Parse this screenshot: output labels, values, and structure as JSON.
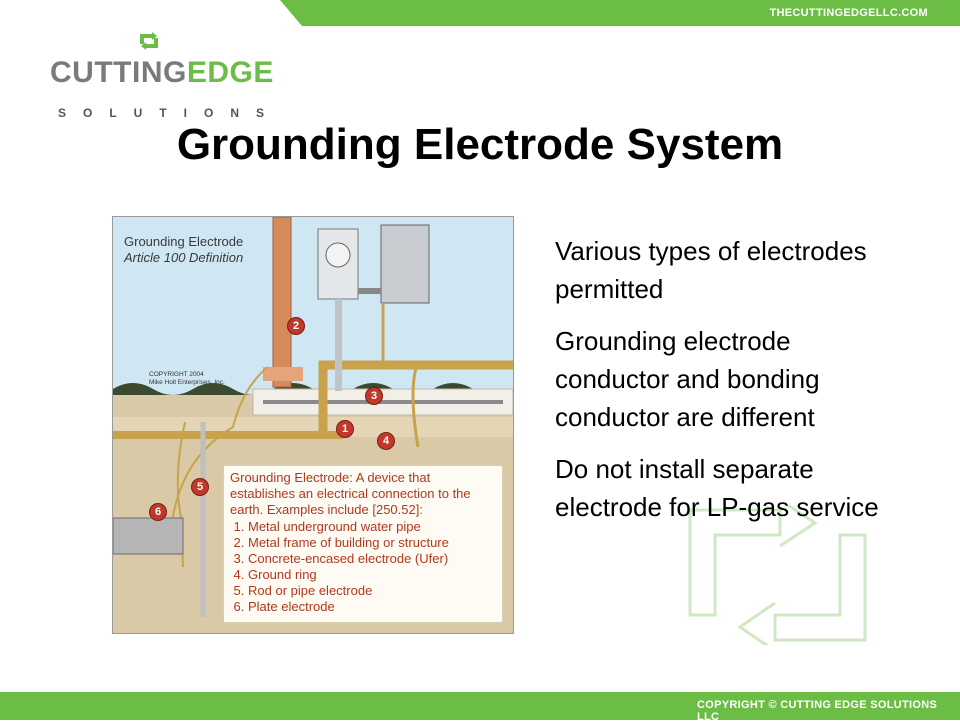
{
  "header": {
    "url": "THECUTTINGEDGELLC.COM"
  },
  "logo": {
    "word1": "CUTTING",
    "word2": "EDGE",
    "sub": "SOLUTIONS"
  },
  "slide": {
    "title": "Grounding Electrode System"
  },
  "bullets": [
    "Various types of electrodes permitted",
    "Grounding electrode conductor and bonding conductor are different",
    "Do not install separate electrode for LP-gas service"
  ],
  "figure": {
    "label_line1": "Grounding Electrode",
    "label_line2": "Article 100 Definition",
    "copyright_line1": "COPYRIGHT 2004",
    "copyright_line2": "Mike Holt Enterprises, Inc.",
    "definition": "Grounding Electrode: A device that establishes an electrical connection to the earth. Examples include [250.52]:",
    "items": [
      "Metal underground water pipe",
      "Metal frame of building or structure",
      "Concrete-encased electrode (Ufer)",
      "Ground ring",
      "Rod or pipe electrode",
      "Plate electrode"
    ],
    "badges": [
      "1",
      "2",
      "3",
      "4",
      "5",
      "6"
    ]
  },
  "footer": {
    "copyright": "COPYRIGHT © CUTTING EDGE SOLUTIONS LLC"
  },
  "colors": {
    "brand_green": "#6cbd45",
    "logo_gray": "#7a7a7a",
    "badge_red": "#c0392b"
  }
}
